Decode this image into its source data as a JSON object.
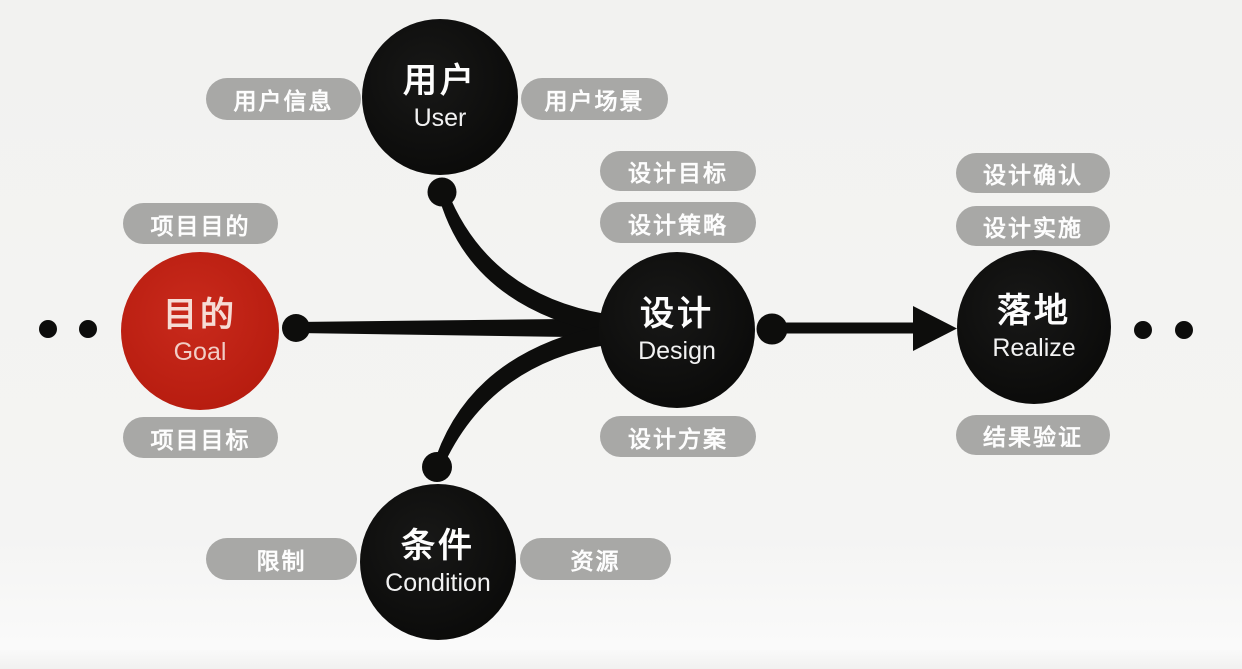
{
  "diagram": {
    "type": "flow-diagram",
    "description": "Design process flow: Goal feeds Design together with User and Condition, Design leads to Realize"
  },
  "nodes": [
    {
      "id": "goal",
      "zh": "目的",
      "en": "Goal",
      "color": "#b81d10"
    },
    {
      "id": "user",
      "zh": "用户",
      "en": "User",
      "color": "#0d0d0c"
    },
    {
      "id": "condition",
      "zh": "条件",
      "en": "Condition",
      "color": "#0d0d0c"
    },
    {
      "id": "design",
      "zh": "设计",
      "en": "Design",
      "color": "#0d0d0c"
    },
    {
      "id": "realize",
      "zh": "落地",
      "en": "Realize",
      "color": "#0d0d0c"
    }
  ],
  "pills": {
    "goal_top": "项目目的",
    "goal_bottom": "项目目标",
    "user_left": "用户信息",
    "user_right": "用户场景",
    "condition_left": "限制",
    "condition_right": "资源",
    "design_top1": "设计目标",
    "design_top2": "设计策略",
    "design_bottom": "设计方案",
    "realize_top1": "设计确认",
    "realize_top2": "设计实施",
    "realize_bottom": "结果验证"
  },
  "edges": [
    {
      "from": "goal",
      "to": "design",
      "style": "line"
    },
    {
      "from": "user",
      "to": "design",
      "style": "curve"
    },
    {
      "from": "condition",
      "to": "design",
      "style": "curve"
    },
    {
      "from": "design",
      "to": "realize",
      "style": "arrow"
    }
  ],
  "colors": {
    "background": "#f3f3f1",
    "node_black": "#0d0d0c",
    "node_red": "#b81d10",
    "pill_gray": "#a8a8a6",
    "pill_text": "#fdfdfd",
    "connector": "#0d0d0c"
  }
}
